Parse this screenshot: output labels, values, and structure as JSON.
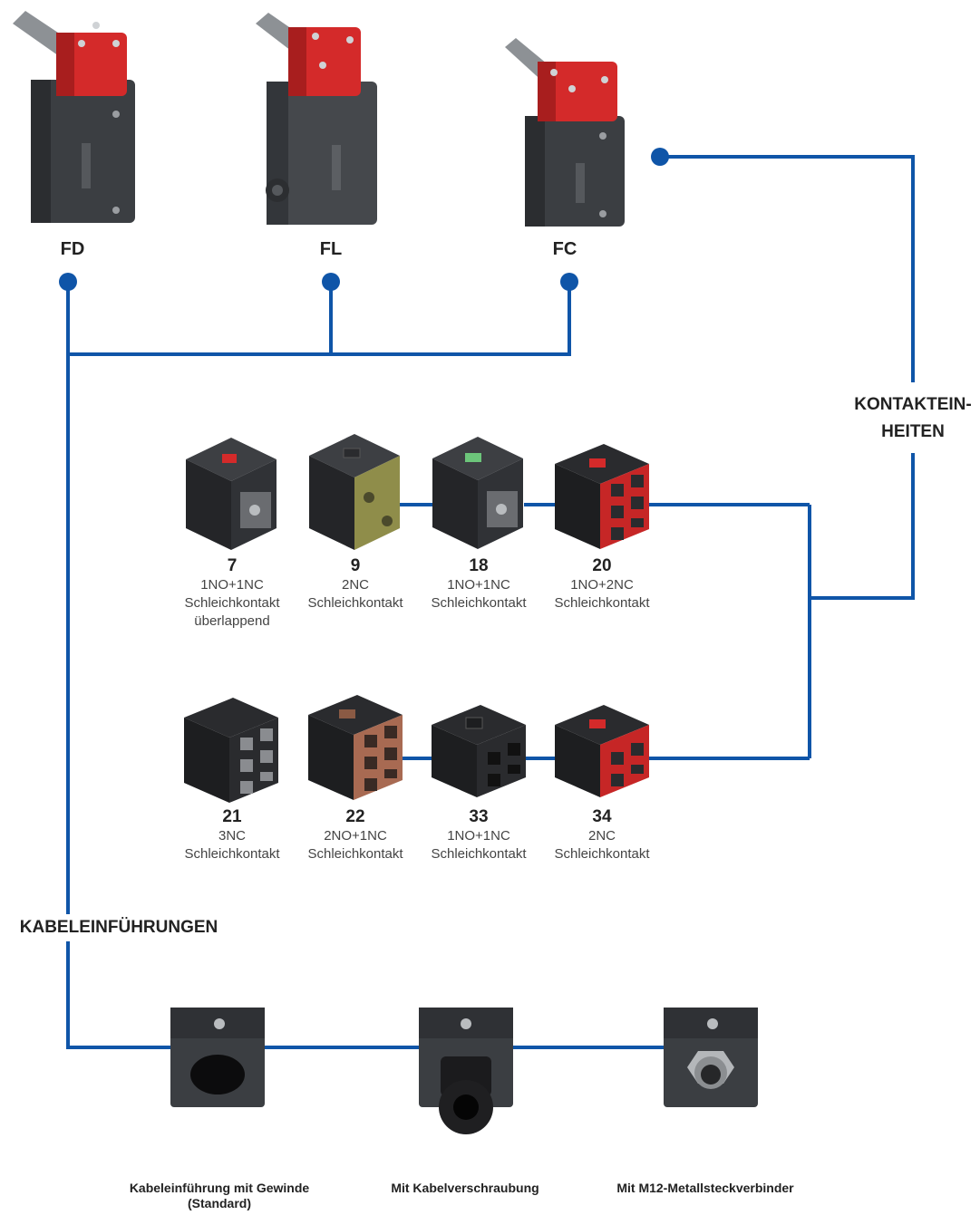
{
  "colors": {
    "wire": "#0f55a8",
    "housing": "#3b3e42",
    "head": "#d42a2a",
    "shaft": "#8d9195",
    "block": "#2a2b2e",
    "terminal_red": "#c62626",
    "terminal_brown": "#a86a52",
    "terminal_olive": "#8f8d4a"
  },
  "switches": [
    {
      "label": "FD",
      "icon": "safety-switch-fd"
    },
    {
      "label": "FL",
      "icon": "safety-switch-fl"
    },
    {
      "label": "FC",
      "icon": "safety-switch-fc"
    }
  ],
  "sections": {
    "contacts_line1": "KONTAKTEIN-",
    "contacts_line2": "HEITEN",
    "cables": "KABELEINFÜHRUNGEN"
  },
  "contact_units_row1": [
    {
      "number": "7",
      "desc": "1NO+1NC\nSchleichkontakt\nüberlappend",
      "icon": "contact-block-7"
    },
    {
      "number": "9",
      "desc": "2NC\nSchleichkontakt",
      "icon": "contact-block-9"
    },
    {
      "number": "18",
      "desc": "1NO+1NC\nSchleichkontakt",
      "icon": "contact-block-18"
    },
    {
      "number": "20",
      "desc": "1NO+2NC\nSchleichkontakt",
      "icon": "contact-block-20"
    }
  ],
  "contact_units_row2": [
    {
      "number": "21",
      "desc": "3NC\nSchleichkontakt",
      "icon": "contact-block-21"
    },
    {
      "number": "22",
      "desc": "2NO+1NC\nSchleichkontakt",
      "icon": "contact-block-22"
    },
    {
      "number": "33",
      "desc": "1NO+1NC\nSchleichkontakt",
      "icon": "contact-block-33"
    },
    {
      "number": "34",
      "desc": "2NC\nSchleichkontakt",
      "icon": "contact-block-34"
    }
  ],
  "cable_entries": [
    {
      "label": "Kabeleinführung mit Gewinde\n(Standard)",
      "icon": "threaded-entry"
    },
    {
      "label": "Mit Kabelverschraubung",
      "icon": "cable-gland-entry"
    },
    {
      "label": "Mit M12-Metallsteckverbinder",
      "icon": "m12-connector-entry"
    }
  ]
}
